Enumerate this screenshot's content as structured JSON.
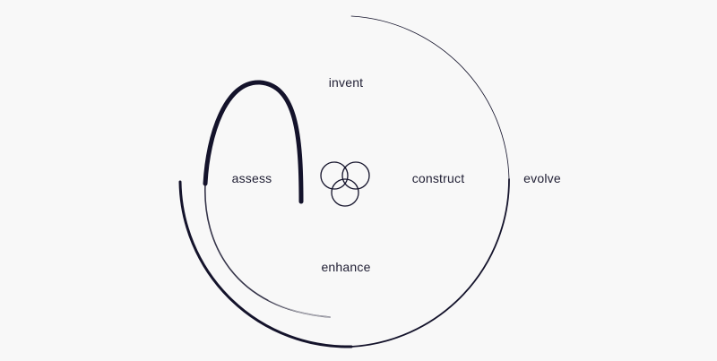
{
  "colors": {
    "background": "#f8f8f8",
    "ink": "#14132b",
    "label": "#1f1e33"
  },
  "labels": {
    "invent": "invent",
    "assess": "assess",
    "construct": "construct",
    "evolve": "evolve",
    "enhance": "enhance"
  },
  "icon": "three-overlapping-circles-icon"
}
